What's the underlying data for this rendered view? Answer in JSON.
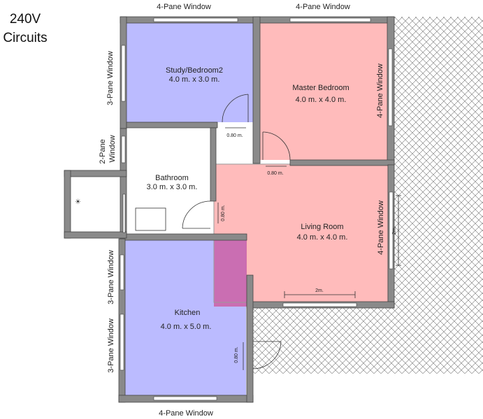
{
  "title": {
    "line1": "240V",
    "line2": "Circuits"
  },
  "rooms": {
    "study": {
      "name": "Study/Bedroom2",
      "size": "4.0 m. x 3.0 m."
    },
    "master": {
      "name": "Master Bedroom",
      "size": "4.0 m. x 4.0 m."
    },
    "bathroom": {
      "name": "Bathroom",
      "size": "3.0 m. x 3.0 m."
    },
    "living": {
      "name": "Living Room",
      "size": "4.0 m. x 4.0 m."
    },
    "kitchen": {
      "name": "Kitchen",
      "size": "4.0 m. x 5.0 m."
    }
  },
  "windows": {
    "top_left": "4-Pane Window",
    "top_right": "4-Pane Window",
    "study_left": "3-Pane Window",
    "master_right": "4-Pane Window",
    "bath_left_line1": "2-Pane",
    "bath_left_line2": "Window",
    "living_right": "4-Pane Window",
    "kitchen_left_upper": "3-Pane Window",
    "kitchen_left_lower": "3-Pane Window",
    "bottom": "4-Pane Window"
  },
  "doors": {
    "study": "0.80 m.",
    "master": "0.80 m.",
    "bath": "0.80 m.",
    "kitchen": "0.80 m."
  },
  "measures": {
    "opening": "2m.",
    "side": "2m."
  },
  "colors": {
    "blue_room": "#bbbbff",
    "pink_room": "#ffbbbb",
    "overlap": "#cc66aa",
    "wall": "#8a8a8a",
    "wall_dark": "#555555"
  }
}
